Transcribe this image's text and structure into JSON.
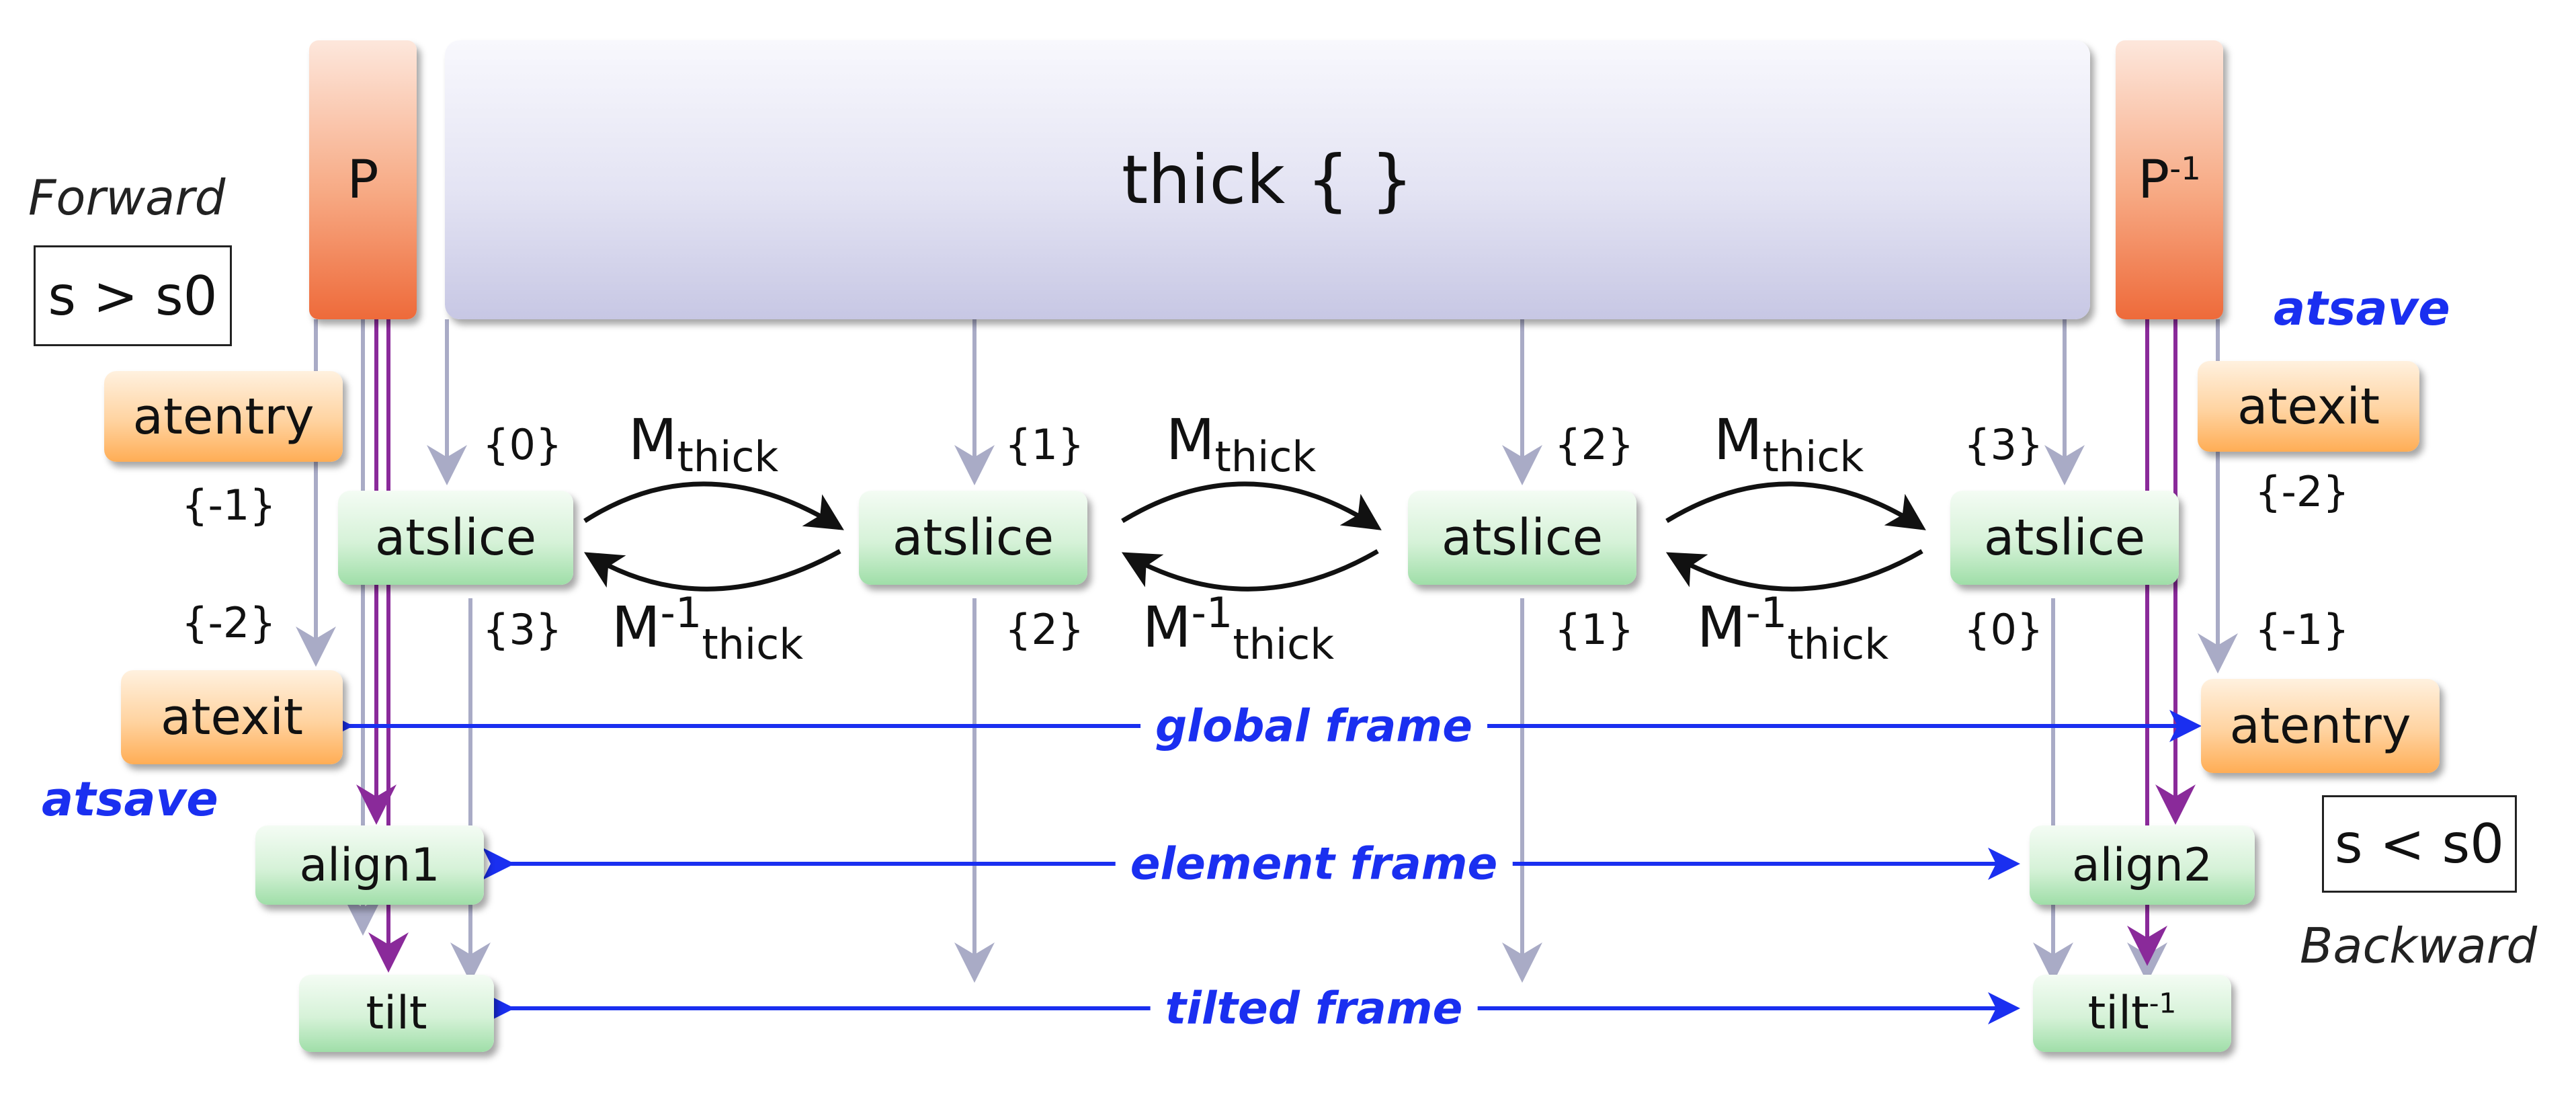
{
  "thick_label": "thick { }",
  "p_label": "P",
  "pinv_base": "P",
  "pinv_sup": "-1",
  "forward_label": "Forward",
  "backward_label": "Backward",
  "cond_forward": "s > s0",
  "cond_backward": "s < s0",
  "atsave_left": "atsave",
  "atsave_right": "atsave",
  "atentry_left": "atentry",
  "atexit_left": "atexit",
  "atexit_right": "atexit",
  "atentry_right": "atentry",
  "left_upper_index": "{-1}",
  "left_lower_index": "{-2}",
  "right_upper_index": "{-2}",
  "right_lower_index": "{-1}",
  "slices": [
    {
      "label": "atslice",
      "top_index": "{0}",
      "bottom_index": "{3}"
    },
    {
      "label": "atslice",
      "top_index": "{1}",
      "bottom_index": "{2}"
    },
    {
      "label": "atslice",
      "top_index": "{2}",
      "bottom_index": "{1}"
    },
    {
      "label": "atslice",
      "top_index": "{3}",
      "bottom_index": "{0}"
    }
  ],
  "maps": [
    {
      "forward_base": "M",
      "forward_sub": "thick",
      "backward_base": "M",
      "backward_sup": "-1",
      "backward_sub": "thick"
    },
    {
      "forward_base": "M",
      "forward_sub": "thick",
      "backward_base": "M",
      "backward_sup": "-1",
      "backward_sub": "thick"
    },
    {
      "forward_base": "M",
      "forward_sub": "thick",
      "backward_base": "M",
      "backward_sup": "-1",
      "backward_sub": "thick"
    }
  ],
  "align1": "align1",
  "align2": "align2",
  "tilt": "tilt",
  "tilt_inv_base": "tilt",
  "tilt_inv_sup": "-1",
  "frames": {
    "global": "global frame",
    "element": "element frame",
    "tilted": "tilted frame"
  },
  "colors": {
    "flow_gray": "#a9abc6",
    "flow_purple": "#8a2a9a",
    "frame_blue": "#1a2ff0",
    "map_arrow": "#111111"
  }
}
